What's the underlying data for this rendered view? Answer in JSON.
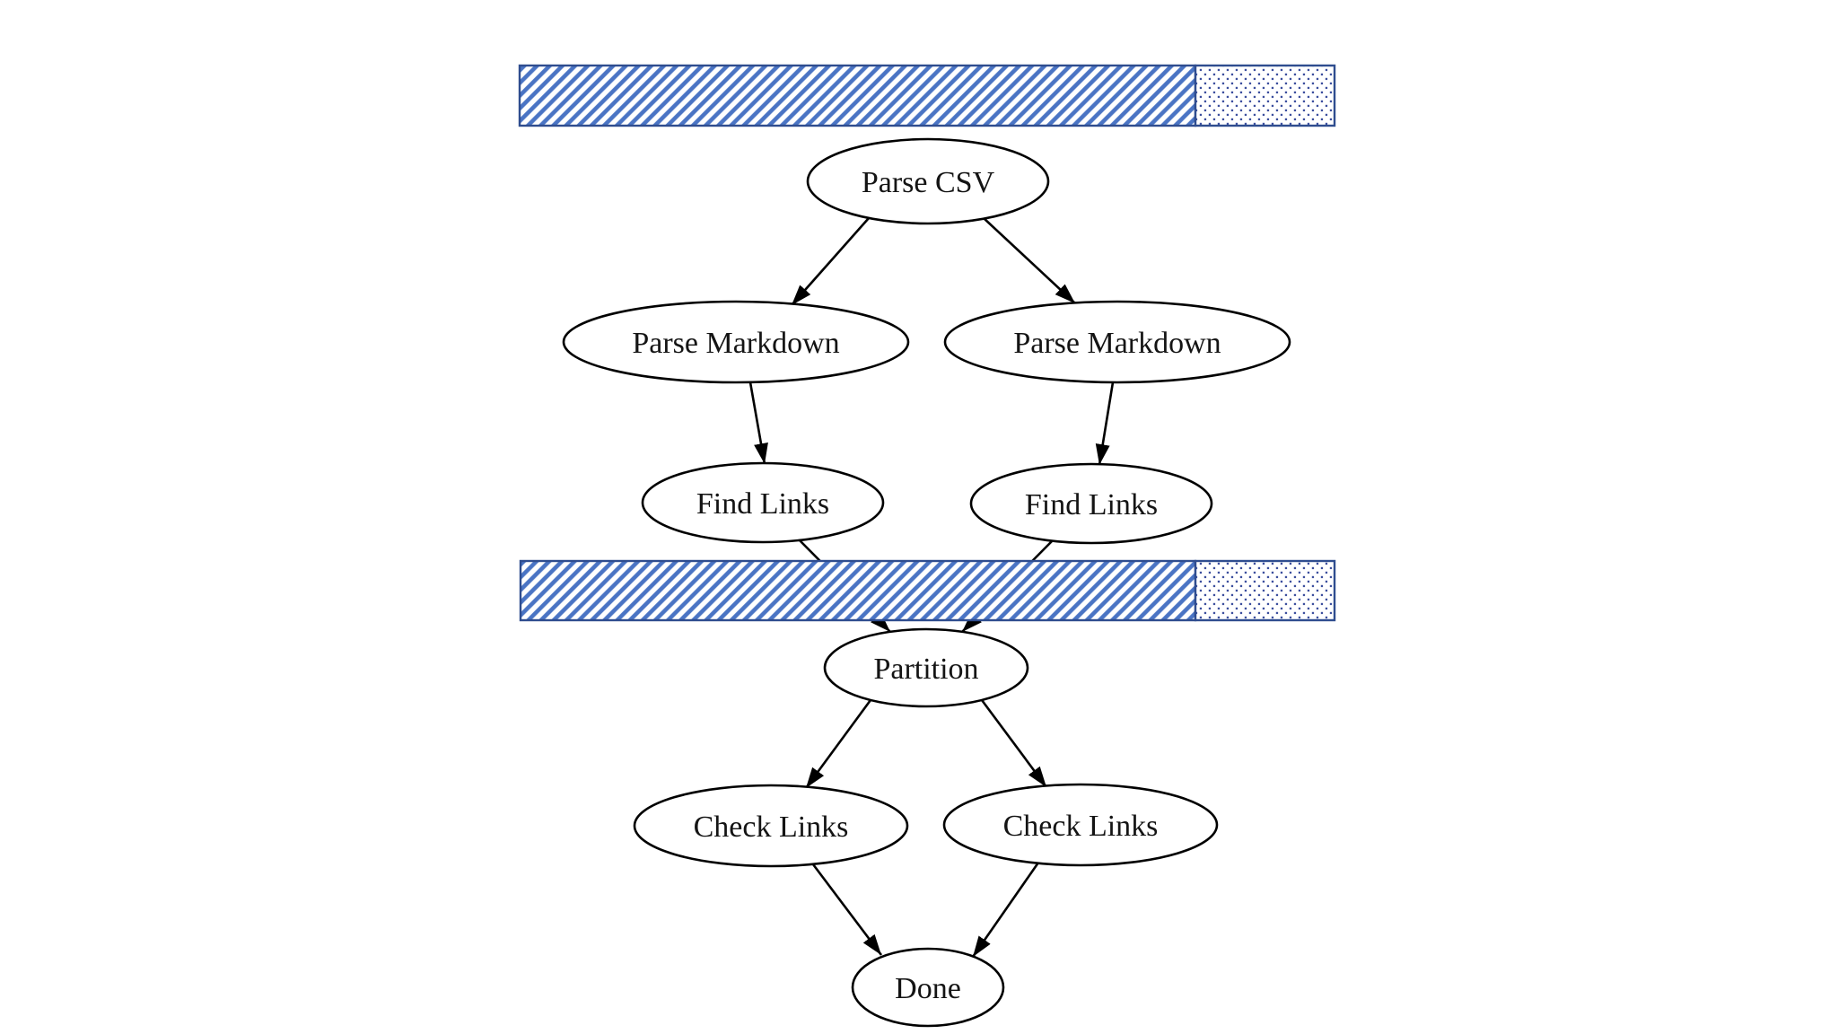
{
  "diagram": {
    "type": "task-dag-flowchart",
    "background": "#ffffff",
    "colors": {
      "bar_stripe": "#4a74c4",
      "bar_border": "#2f4d8f",
      "bar_dot": "#3c4f9e",
      "node_stroke": "#000000",
      "edge": "#000000",
      "label_text": "#141414"
    },
    "bars": [
      {
        "id": "top-bar",
        "filled_fraction": 0.83,
        "filled_pattern": "diagonal-hatch",
        "remaining_pattern": "dots"
      },
      {
        "id": "middle-bar",
        "filled_fraction": 0.83,
        "filled_pattern": "diagonal-hatch",
        "remaining_pattern": "dots"
      }
    ],
    "nodes": [
      {
        "id": "parse_csv",
        "label": "Parse CSV"
      },
      {
        "id": "parse_markdown_left",
        "label": "Parse Markdown"
      },
      {
        "id": "parse_markdown_right",
        "label": "Parse Markdown"
      },
      {
        "id": "find_links_left",
        "label": "Find Links"
      },
      {
        "id": "find_links_right",
        "label": "Find Links"
      },
      {
        "id": "partition",
        "label": "Partition"
      },
      {
        "id": "check_links_left",
        "label": "Check Links"
      },
      {
        "id": "check_links_right",
        "label": "Check Links"
      },
      {
        "id": "done",
        "label": "Done"
      }
    ],
    "edges": [
      {
        "from": "parse_csv",
        "to": "parse_markdown_left"
      },
      {
        "from": "parse_csv",
        "to": "parse_markdown_right"
      },
      {
        "from": "parse_markdown_left",
        "to": "find_links_left"
      },
      {
        "from": "parse_markdown_right",
        "to": "find_links_right"
      },
      {
        "from": "find_links_left",
        "to": "partition"
      },
      {
        "from": "find_links_right",
        "to": "partition"
      },
      {
        "from": "partition",
        "to": "check_links_left"
      },
      {
        "from": "partition",
        "to": "check_links_right"
      },
      {
        "from": "check_links_left",
        "to": "done"
      },
      {
        "from": "check_links_right",
        "to": "done"
      }
    ]
  }
}
